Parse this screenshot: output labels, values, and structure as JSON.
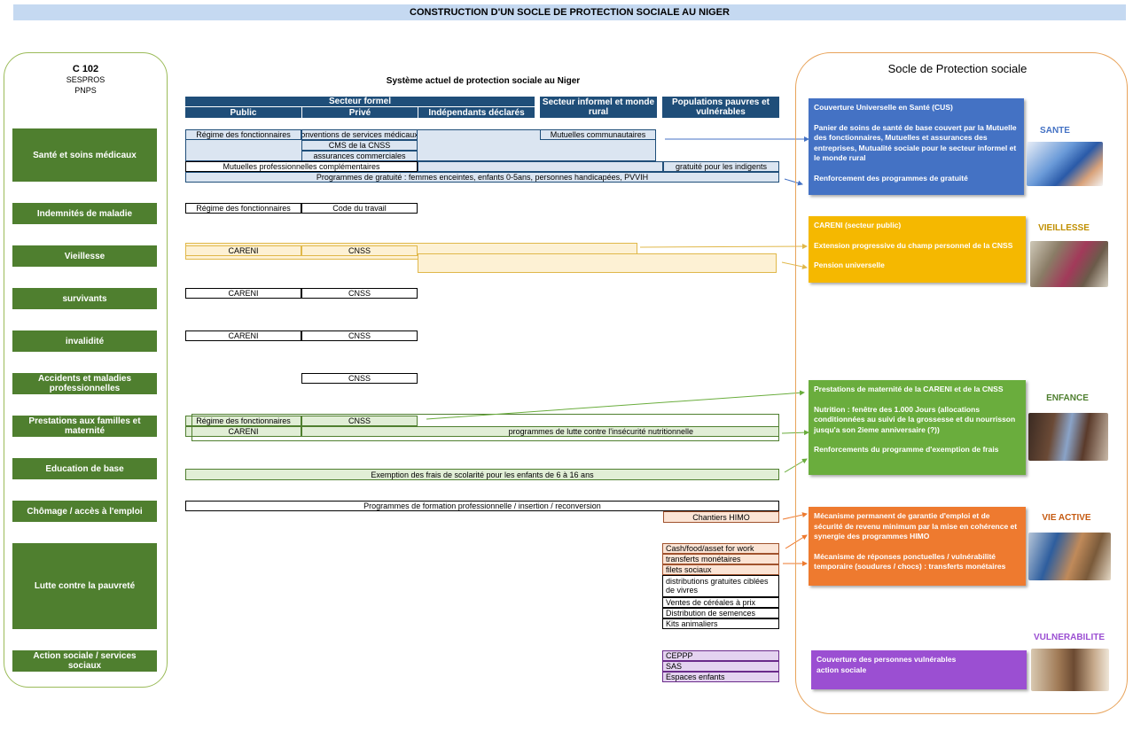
{
  "title": "CONSTRUCTION D'UN SOCLE DE PROTECTION SOCIALE AU NIGER",
  "left_panel": {
    "heading": "C 102",
    "line1": "SESPROS",
    "line2": "PNPS"
  },
  "center_title": "Système actuel de protection sociale au Niger",
  "headers": {
    "secteur_formel": "Secteur formel",
    "public": "Public",
    "prive": "Privé",
    "independants": "Indépendants déclarés",
    "informel": "Secteur informel et monde rural",
    "pauvres": "Populations pauvres et vulnérables"
  },
  "rows": [
    "Santé et soins médicaux",
    "Indemnités de maladie",
    "Vieillesse",
    "survivants",
    "invalidité",
    "Accidents et maladies professionnelles",
    "Prestations aux familles et maternité",
    "Education de base",
    "Chômage / accès à l'emploi",
    "Lutte contre la pauvreté",
    "Action sociale / services sociaux"
  ],
  "cells": {
    "regime_fonct": "Régime des fonctionnaires",
    "conventions": "onventions de services médicaux",
    "mutuelles_comm": "Mutuelles communautaires",
    "cms_cnss": "CMS de la CNSS",
    "assurances": "assurances commerciales",
    "mutuelles_pro": "Mutuelles professionnelles complémentaires",
    "gratuite_indigents": "gratuité pour les indigents",
    "programmes_gratuite": "Programmes de gratuité : femmes enceintes, enfants 0-5ans, personnes handicapées, PVVIH",
    "code_travail": "Code du travail",
    "careni": "CARENI",
    "cnss": "CNSS",
    "lutte_nutri": "programmes de lutte contre l'insécurité nutritionnelle",
    "exemption": "Exemption des frais de scolarité pour les enfants de 6 à 16 ans",
    "formation": "Programmes de formation professionnelle / insertion / reconversion",
    "himo": "Chantiers HIMO",
    "cash": "Cash/food/asset for work",
    "transferts": "transferts monétaires",
    "filets": "filets sociaux",
    "distributions": "distributions gratuites ciblées de vivres",
    "ventes": "Ventes de céréales à prix",
    "semences": "Distribution de semences",
    "kits": "Kits animaliers",
    "ceppp": "CEPPP",
    "sas": "SAS",
    "espaces": "Espaces enfants"
  },
  "right_panel": {
    "heading": "Socle de Protection sociale",
    "sante": {
      "label": "SANTE",
      "l1": "Couverture Universelle en Santé (CUS)",
      "l2": "Panier de soins de santé de base  couvert par  la Mutuelle des fonctionnaires,  Mutuelles et assurances des entreprises,  Mutualité sociale pour le secteur informel et le monde rural",
      "l3": "Renforcement des programmes de gratuité"
    },
    "vieillesse": {
      "label": "VIEILLESSE",
      "l1": "CARENI (secteur public)",
      "l2": "Extension progressive du champ personnel de la CNSS",
      "l3": "Pension universelle"
    },
    "enfance": {
      "label": "ENFANCE",
      "l1": "Prestations de maternité de la CARENI et de la CNSS",
      "l2": "Nutrition : fenêtre des 1.000 Jours (allocations conditionnées au suivi de la grossesse et du nourrisson jusqu'a son 2ieme anniversaire (?))",
      "l3": "Renforcements du programme d'exemption de frais"
    },
    "vie_active": {
      "label": "VIE ACTIVE",
      "l1": "Mécanisme permanent de garantie d'emploi et de sécurité de revenu minimum  par la mise en cohérence et synergie des programmes HIMO",
      "l2": "Mécanisme de réponses ponctuelles  / vulnérabilité temporaire (soudures / chocs) : transferts monétaires"
    },
    "vulnerabilite": {
      "label": "VULNERABILITE",
      "l1": "Couverture des personnes vulnérables",
      "l2": "action sociale"
    }
  },
  "colors": {
    "sante": "#4472c4",
    "vieillesse": "#f5b800",
    "enfance": "#6aad3d",
    "vie_active": "#ee7a2f",
    "vulnerabilite": "#9b4fd2"
  }
}
